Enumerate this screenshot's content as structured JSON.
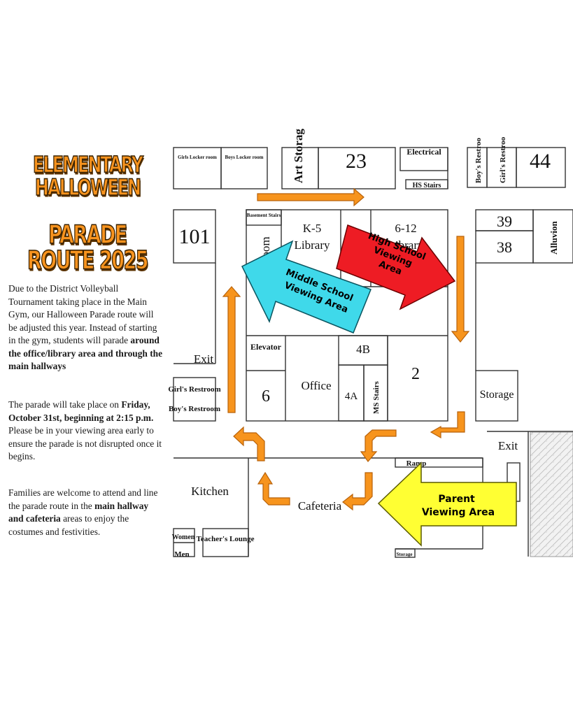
{
  "title": {
    "line1": "ELEMENTARY HALLOWEEN",
    "line2": "PARADE ROUTE 2025"
  },
  "info": {
    "p1_text": "Due to the District Volleyball Tournament taking place in the Main Gym, our Halloween Parade route will be adjusted this year. Instead of starting in the gym, students will parade ",
    "p1_bold": "around the office/library area and through the main hallways",
    "p2_text": "The parade will take place on ",
    "p2_bold": "Friday, October 31st, beginning at 2:15 p.m.",
    "p2_tail": " Please be in your viewing area early to ensure the parade is not disrupted once it begins.",
    "p3_text": "Families are welcome to attend and line the parade route in the ",
    "p3_bold": "main hallway and cafeteria",
    "p3_tail": " areas to enjoy the costumes and festivities."
  },
  "rooms": {
    "girls_locker": "Girls Locker room",
    "boys_locker": "Boys Locker room",
    "art_storage": "Art Storag",
    "room_23": "23",
    "electrical": "Electrical",
    "boys_restroom_top": "Boy's Restroo",
    "girls_restroom_top": "Girl's Restroo",
    "room_44": "44",
    "hs_stairs": "HS Stairs",
    "room_101": "101",
    "basement_stairs": "Basement Stairs",
    "k5_library_a": "K-5",
    "k5_library_b": "Library",
    "library_6_12_a": "6-12",
    "library_6_12_b": "Library",
    "room_39": "39",
    "room_38": "38",
    "alluvion": "Alluvion",
    "room_vertical": "Room",
    "exit_left": "Exit",
    "elevator": "Elevator",
    "room_4b": "4B",
    "room_2": "2",
    "girls_restroom": "Girl's Restroom",
    "boys_restroom": "Boy's Restroom",
    "room_6": "6",
    "office": "Office",
    "room_4a": "4A",
    "ms_stairs": "MS Stairs",
    "storage_right": "Storage",
    "exit_right": "Exit",
    "ramp": "Ramp",
    "kitchen": "Kitchen",
    "cafeteria": "Cafeteria",
    "women": "Women",
    "men": "Men",
    "teachers_lounge": "Teacher's Lounge",
    "storage_bottom": "Storage"
  },
  "viewing_areas": {
    "high_school": "High School Viewing Area",
    "middle_school": "Middle School Viewing Area",
    "parent": "Parent Viewing Area"
  },
  "colors": {
    "title_orange": "#f7931e",
    "route_orange": "#f7941d",
    "high_school": "#ee1c24",
    "middle_school": "#3fd9ea",
    "parent": "#ffff33"
  }
}
